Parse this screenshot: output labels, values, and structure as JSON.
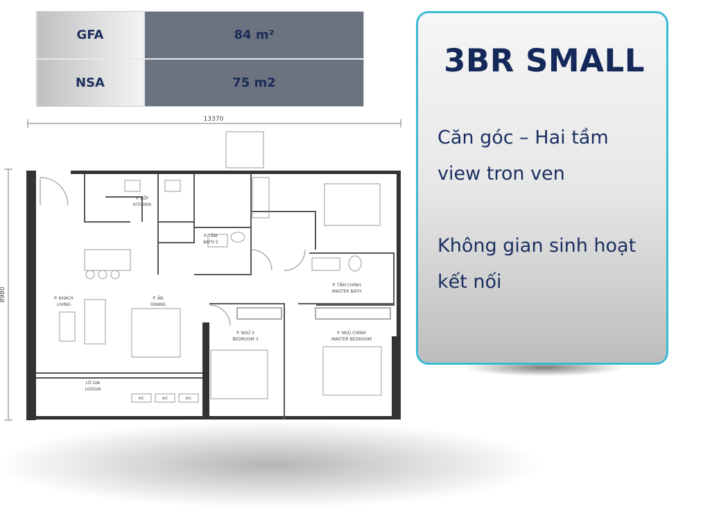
{
  "area_table": [
    {
      "label": "GFA",
      "value": "84 m²"
    },
    {
      "label": "NSA",
      "value": "75 m2"
    }
  ],
  "card": {
    "title": "3BR SMALL",
    "lines": [
      "Căn góc – Hai tầm",
      "view tron ven",
      "",
      "Không gian sinh hoạt",
      "kết nối"
    ]
  },
  "plan": {
    "dim_width": "13370",
    "dim_height": "8980",
    "rooms": {
      "kitchen_vi": "P. BẾP",
      "kitchen_en": "KITCHEN",
      "bath2_vi": "P. TẮM",
      "bath2_en": "BATH 2",
      "master_bath_vi": "P. TẮM CHÍNH",
      "master_bath_en": "MASTER BATH",
      "living_vi": "P. KHÁCH",
      "living_en": "LIVING",
      "dining_vi": "P. ĂN",
      "dining_en": "DINING",
      "bedroom3_vi": "P. NGỦ 3",
      "bedroom3_en": "BEDROOM 3",
      "master_bed_vi": "P. NGỦ CHÍNH",
      "master_bed_en": "MASTER BEDROOM",
      "loggia_vi": "LÔ GIA",
      "loggia_en": "LOGGIA",
      "ac": "A/C"
    }
  },
  "colors": {
    "accent": "#39b9d4",
    "navy": "#14295a",
    "cell_dark": "#6c7380"
  }
}
